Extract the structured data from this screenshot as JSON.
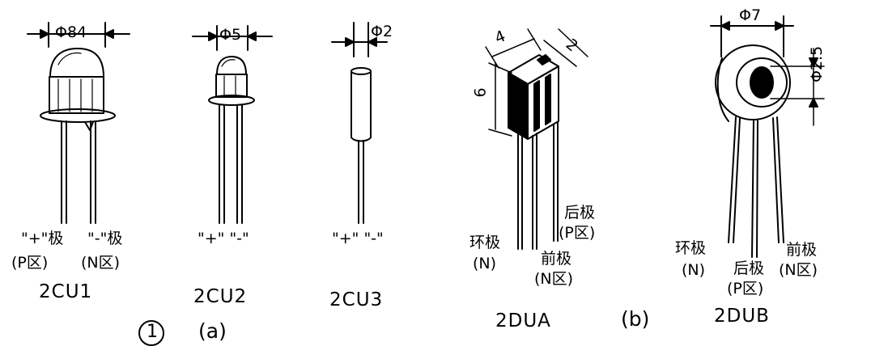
{
  "cu1": {
    "dimension": "Φ84",
    "pin_plus": "\"+\"极",
    "pin_minus": "\"-\"极",
    "region_p": "(P区)",
    "region_n": "(N区)",
    "model": "2CU1"
  },
  "cu2": {
    "dimension": "Φ5",
    "pins": "\"+\" \"-\"",
    "model": "2CU2"
  },
  "cu3": {
    "dimension": "Φ2",
    "pins": "\"+\" \"-\"",
    "model": "2CU3"
  },
  "dua": {
    "dim_width": "4",
    "dim_depth": "2",
    "dim_height": "6",
    "ring_pole": "环极",
    "ring_region": "(N)",
    "front_pole": "前极",
    "front_region": "(N区)",
    "back_pole": "后极",
    "back_region": "(P区)",
    "model": "2DUA"
  },
  "dub": {
    "dim_outer": "Φ7",
    "dim_inner": "Φ2.5",
    "ring_pole": "环极",
    "ring_region": "(N)",
    "back_pole": "后极",
    "back_region": "(P区)",
    "front_pole": "前极",
    "front_region": "(N区)",
    "model": "2DUB"
  },
  "figure": {
    "number": "1",
    "part_a": "(a)",
    "part_b": "(b)"
  }
}
